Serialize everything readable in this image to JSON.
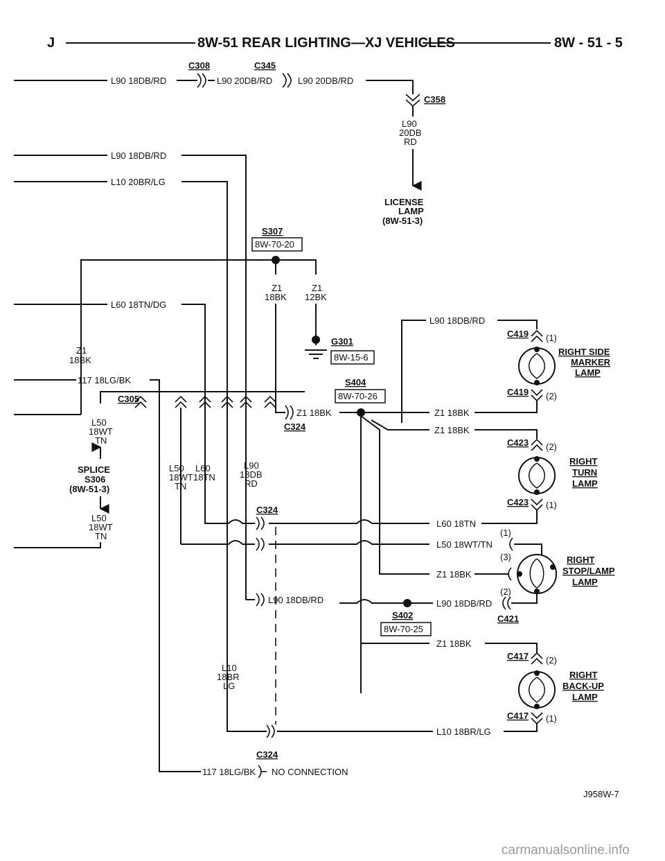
{
  "header": {
    "left": "J",
    "title": "8W-51 REAR LIGHTING—XJ VEHICLES",
    "right": "8W - 51 - 5"
  },
  "connectors": {
    "c308": "C308",
    "c345": "C345",
    "c358": "C358",
    "c305": "C305",
    "c324a": "C324",
    "c324b": "C324",
    "c324c": "C324",
    "c419a": "C419",
    "c419b": "C419",
    "c423a": "C423",
    "c423b": "C423",
    "c421": "C421",
    "c417a": "C417",
    "c417b": "C417"
  },
  "splices": {
    "s307": "S307",
    "s307_ref": "8W-70-20",
    "g301": "G301",
    "g301_ref": "8W-15-6",
    "s404": "S404",
    "s404_ref": "8W-70-26",
    "s402": "S402",
    "s402_ref": "8W-70-25",
    "s306_l1": "SPLICE",
    "s306_l2": "S306",
    "s306_l3": "(8W-51-3)"
  },
  "wires": {
    "w1": "L90 18DB/RD",
    "w2": "L90 20DB/RD",
    "w3": "L90 20DB/RD",
    "w4": "L90 18DB/RD",
    "w5": "L10 20BR/LG",
    "w6": "L60 18TN/DG",
    "w7": "117 18LG/BK",
    "w8": "Z1 18BK",
    "w9": "Z1 18BK",
    "w10": "L90 18DB/RD",
    "w11": "Z1 18BK",
    "w12": "L60 18TN",
    "w13": "L50 18WT/TN",
    "w14": "Z1 18BK",
    "w15": "L90 18DB/RD",
    "w16": "L90 18DB/RD",
    "w17": "Z1 18BK",
    "w18": "L10 18BR/LG",
    "w19": "117 18LG/BK",
    "no_conn": "NO CONNECTION",
    "v_l90_a": "L90",
    "v_l90_b": "20DB",
    "v_l90_c": "RD",
    "v_z1a_a": "Z1",
    "v_z1a_b": "18BK",
    "v_z1b_a": "Z1",
    "v_z1b_b": "12BK",
    "v_z1c_a": "Z1",
    "v_z1c_b": "18BK",
    "v_l50a_a": "L50",
    "v_l50a_b": "18WT",
    "v_l50a_c": "TN",
    "v_l50b_a": "L50",
    "v_l50b_b": "18WT",
    "v_l50b_c": "TN",
    "v_l50c_a": "L50",
    "v_l50c_b": "18WT",
    "v_l50c_c": "TN",
    "v_l60_a": "L60",
    "v_l60_b": "18TN",
    "v_l90d_a": "L90",
    "v_l90d_b": "18DB",
    "v_l90d_c": "RD",
    "v_l10_a": "L10",
    "v_l10_b": "18BR",
    "v_l10_c": "LG"
  },
  "lamps": {
    "license_l1": "LICENSE",
    "license_l2": "LAMP",
    "license_l3": "(8W-51-3)",
    "marker_l1": "RIGHT SIDE",
    "marker_l2": "MARKER",
    "marker_l3": "LAMP",
    "turn_l1": "RIGHT",
    "turn_l2": "TURN",
    "turn_l3": "LAMP",
    "stop_l1": "RIGHT",
    "stop_l2": "STOP/LAMP",
    "stop_l3": "LAMP",
    "backup_l1": "RIGHT",
    "backup_l2": "BACK-UP",
    "backup_l3": "LAMP"
  },
  "pins": {
    "p419a": "(1)",
    "p419b": "(2)",
    "p423a": "(2)",
    "p423b": "(1)",
    "p421_1": "(1)",
    "p421_3": "(3)",
    "p421_2": "(2)",
    "p417a": "(2)",
    "p417b": "(1)"
  },
  "figure_id": "J958W-7",
  "watermark": "carmanualsonline.info"
}
